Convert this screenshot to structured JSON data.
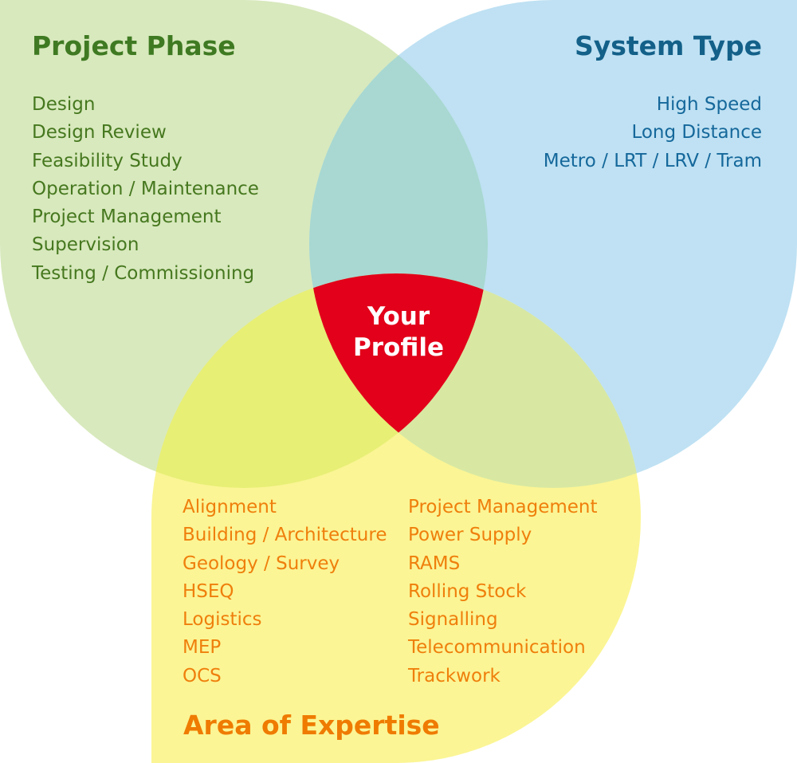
{
  "project_phase": {
    "title": "Project Phase",
    "items": [
      "Design",
      "Design Review",
      "Feasibility Study",
      "Operation / Maintenance",
      "Project Management",
      "Supervision",
      "Testing / Commissioning"
    ]
  },
  "system_type": {
    "title": "System Type",
    "items": [
      "High Speed",
      "Long Distance",
      "Metro / LRT / LRV / Tram"
    ]
  },
  "area_of_expertise": {
    "title": "Area of Expertise",
    "items_left": [
      "Alignment",
      "Building / Architecture",
      "Geology / Survey",
      "HSEQ",
      "Logistics",
      "MEP",
      "OCS"
    ],
    "items_right": [
      "Project Management",
      "Power Supply",
      "RAMS",
      "Rolling Stock",
      "Signalling",
      "Telecommunication",
      "Trackwork"
    ]
  },
  "center": {
    "line1": "Your",
    "line2": "Profile"
  },
  "colors": {
    "project_phase_fill": "#d8e9bd",
    "system_type_fill": "#bfe1f3",
    "area_of_expertise_fill": "#fbf595",
    "pp_st_overlap": "#a8d8d1",
    "pp_ae_overlap": "#e7ef75",
    "st_ae_overlap": "#d8e8a3",
    "center_fill": "#e2001a",
    "project_phase_text": "#46781f",
    "system_type_text": "#15689b",
    "area_of_expertise_text": "#ef7f0c"
  }
}
